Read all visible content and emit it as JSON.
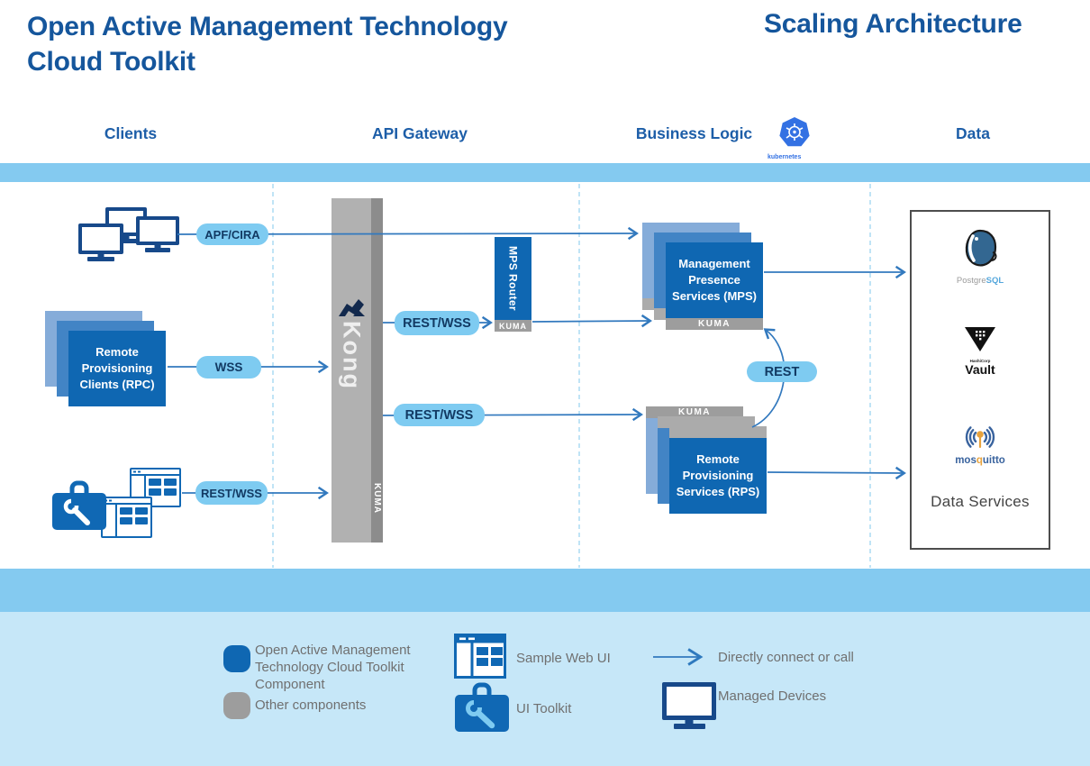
{
  "title": {
    "line1": "Open Active Management Technology",
    "line2": "Cloud Toolkit",
    "right": "Scaling Architecture"
  },
  "columns": {
    "clients": "Clients",
    "api_gateway": "API Gateway",
    "business_logic": "Business Logic",
    "kubernetes": "kubernetes",
    "data": "Data"
  },
  "pills": {
    "apf_cira": "APF/CIRA",
    "wss": "WSS",
    "rest_wss_client": "REST/WSS",
    "rest_wss_mps": "REST/WSS",
    "rest_wss_rps": "REST/WSS",
    "rest": "REST"
  },
  "nodes": {
    "kong": {
      "name": "Kong",
      "kuma": "KUMA"
    },
    "mps_router": {
      "name": "MPS Router",
      "kuma": "KUMA"
    },
    "mps": {
      "name": "Management Presence Services (MPS)",
      "kuma": "KUMA"
    },
    "rps": {
      "name": "Remote Provisioning Services (RPS)",
      "kuma": "KUMA"
    },
    "rpc": {
      "name": "Remote Provisioning Clients (RPC)"
    },
    "data_services": {
      "caption": "Data Services",
      "postgresql": {
        "gray": "Postgre",
        "blue": "SQL"
      },
      "vault": {
        "brand": "HashiCorp",
        "name": "Vault"
      },
      "mosquitto": {
        "pre": "mos",
        "q": "q",
        "post": "uitto"
      }
    }
  },
  "legend": {
    "component": "Open Active Management Technology Cloud Toolkit Component",
    "other": "Other components",
    "sample_web_ui": "Sample Web UI",
    "ui_toolkit": "UI Toolkit",
    "connect": "Directly connect or call",
    "managed_devices": "Managed Devices"
  },
  "colors": {
    "title_blue": "#15569C",
    "header_blue": "#1D5EA8",
    "solid_box_blue": "#0F67B2",
    "stack_mid_blue": "#4284C5",
    "stack_back_blue": "#85ACD9",
    "pill_blue": "#7ECBF1",
    "band_blue": "#84CAF0",
    "legend_bg": "#C6E7F8",
    "kong_gray": "#B1B1B1",
    "kong_strip_gray": "#8C8C8C",
    "kuma_gray": "#9D9D9D",
    "line_blue": "#3279BE",
    "icon_navy": "#17498A",
    "kubernetes_blue": "#3371E3",
    "mosquitto_orange": "#E8A33D"
  }
}
